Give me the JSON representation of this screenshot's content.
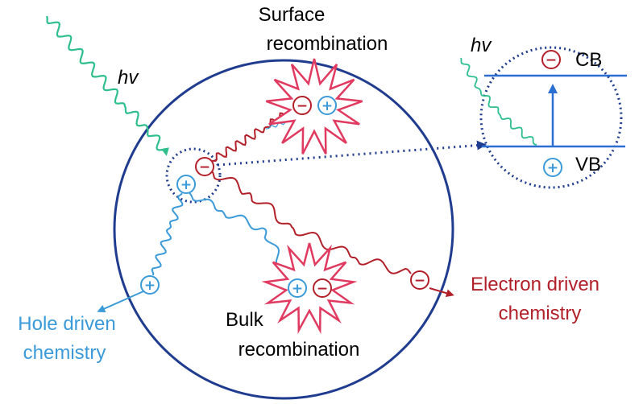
{
  "labels": {
    "hv_main": "hv",
    "hv_inset": "hv",
    "surface_line1": "Surface",
    "surface_line2": "recombination",
    "bulk_line1": "Bulk",
    "bulk_line2": "recombination",
    "electron_line1": "Electron driven",
    "electron_line2": "chemistry",
    "hole_line1": "Hole driven",
    "hole_line2": "chemistry",
    "cb": "CB",
    "vb": "VB"
  },
  "symbols": {
    "electron": "−",
    "hole": "+"
  },
  "colors": {
    "particle_outline": "#1f3c8f",
    "electron": "#b2202a",
    "hole": "#3b9ad8",
    "light": "#2fbf8c",
    "burst": "#e03a60",
    "band": "#2a6fd1",
    "text": "#000000"
  }
}
